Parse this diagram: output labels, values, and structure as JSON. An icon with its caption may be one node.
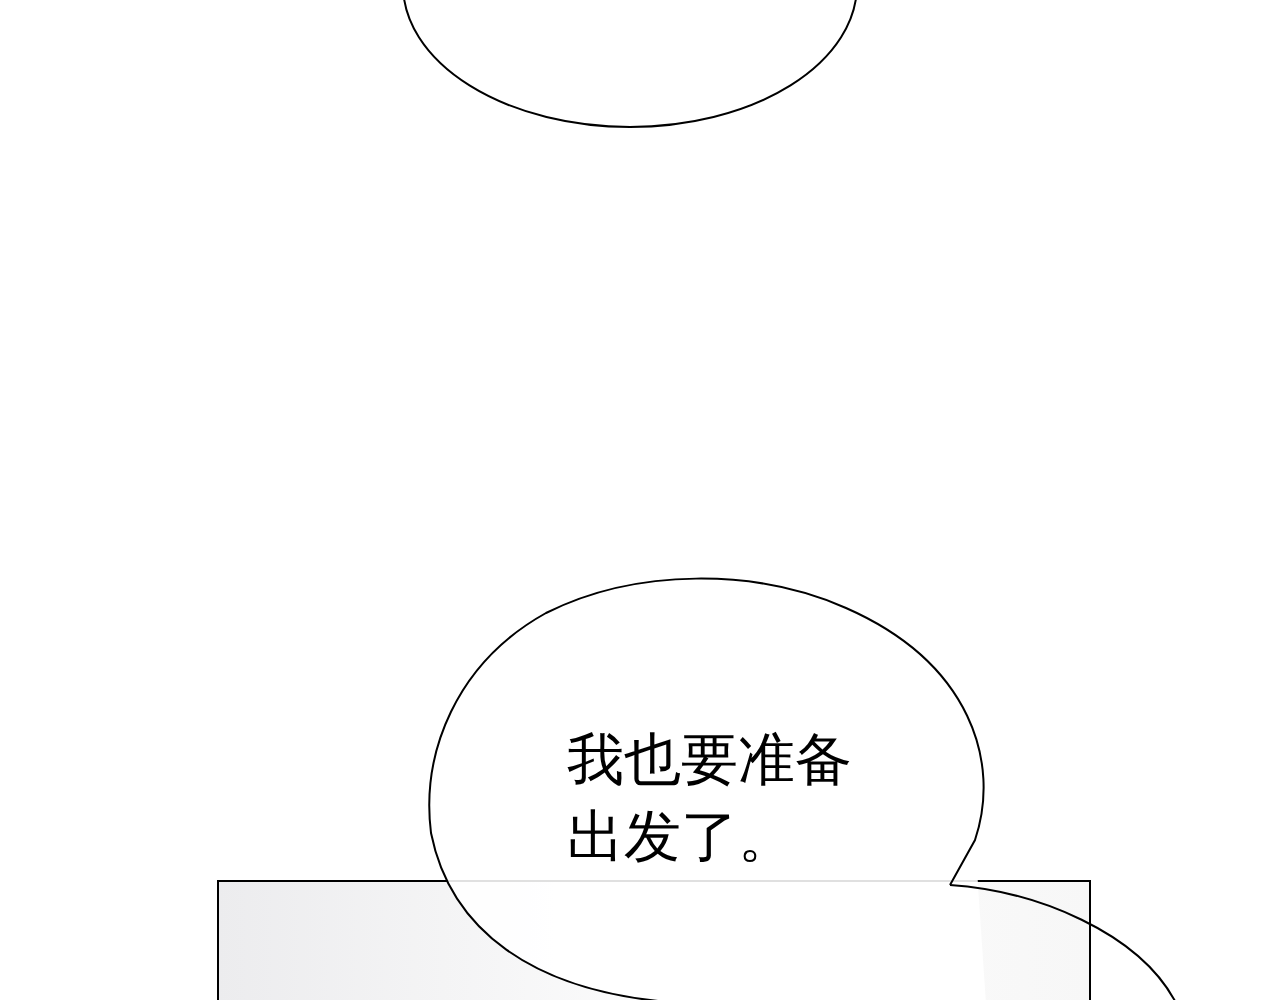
{
  "diagram": {
    "nodes": [
      {
        "text": [],
        "shape": "bubble"
      },
      {
        "text": [],
        "shape": "box"
      },
      {
        "text": [
          "我也要准备出发了。"
        ]
      },
      {
        "text": [],
        "shape": "bubble"
      }
    ]
  }
}
